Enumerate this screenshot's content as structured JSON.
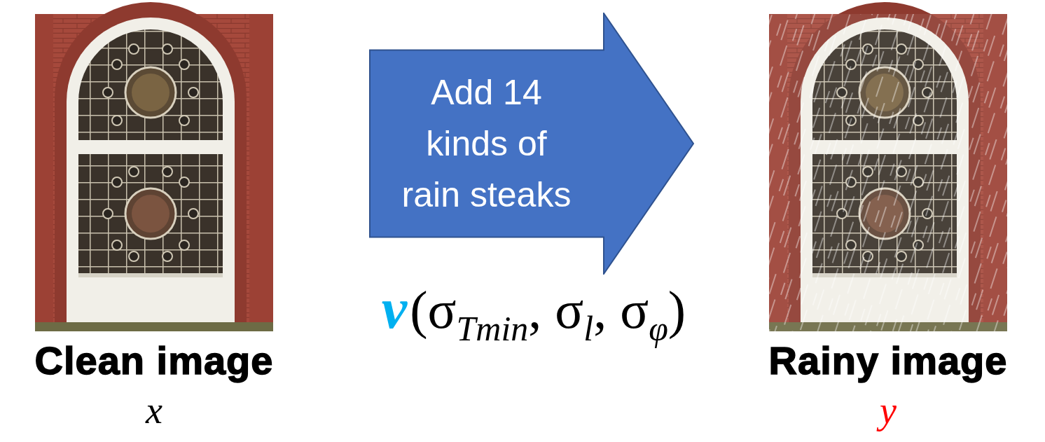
{
  "diagram": {
    "nodes": [
      {
        "text": [
          "Clean image",
          "x"
        ]
      },
      {
        "text": [
          "Add 14 kinds of rain steaks"
        ]
      },
      {
        "text": [
          "Rainy image",
          "y"
        ]
      }
    ],
    "labels": [
      "v",
      "(σ",
      "Tmin",
      ", σ",
      "l",
      ", σ",
      "φ",
      ")"
    ]
  }
}
